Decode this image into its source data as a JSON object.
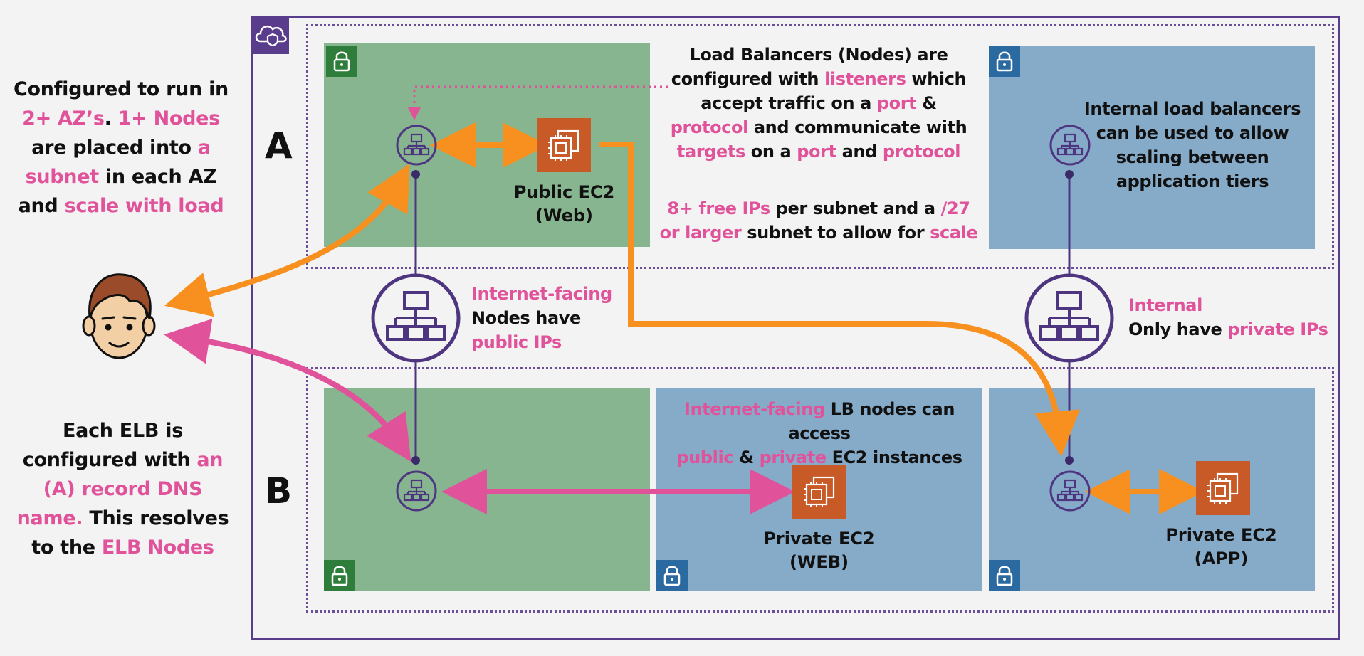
{
  "left_notes": {
    "top": [
      {
        "text": "Configured to run in",
        "pink": false
      },
      {
        "text": "2+ AZ’s",
        "pink": true
      },
      {
        "text": ". ",
        "pink": false
      },
      {
        "text": "1+ Nodes",
        "pink": true
      },
      {
        "text": "are placed into ",
        "pink": false
      },
      {
        "text": "a",
        "pink": true
      },
      {
        "text": "subnet",
        "pink": true
      },
      {
        "text": " in each AZ",
        "pink": false
      },
      {
        "text": "and ",
        "pink": false
      },
      {
        "text": "scale with load",
        "pink": true
      }
    ],
    "bottom": [
      {
        "text": "Each ELB is",
        "pink": false
      },
      {
        "text": "configured with ",
        "pink": false
      },
      {
        "text": "an",
        "pink": true
      },
      {
        "text": "(A) record DNS",
        "pink": true
      },
      {
        "text": "name.",
        "pink": true
      },
      {
        "text": " This resolves",
        "pink": false
      },
      {
        "text": "to the ",
        "pink": false
      },
      {
        "text": "ELB Nodes",
        "pink": true
      }
    ]
  },
  "az_labels": {
    "a": "A",
    "b": "B"
  },
  "public_ec2": {
    "line1": "Public EC2",
    "line2": "(Web)"
  },
  "private_ec2_web": {
    "line1": "Private EC2",
    "line2": "(WEB)"
  },
  "private_ec2_app": {
    "line1": "Private EC2",
    "line2": "(APP)"
  },
  "listeners_note": {
    "l1a": "Load Balancers (Nodes) are",
    "l2a": "configured with ",
    "l2b": "listeners",
    "l2c": " which",
    "l3a": "accept traffic on a ",
    "l3b": "port",
    "l3c": " &",
    "l4a": "protocol",
    "l4b": " and communicate with",
    "l5a": "targets",
    "l5b": " on a ",
    "l5c": "port",
    "l5d": " and ",
    "l5e": "protocol"
  },
  "subnet_note": {
    "l1a": "8+ free IPs",
    "l1b": " per subnet and a ",
    "l1c": "/27",
    "l2a": "or larger",
    "l2b": " subnet to allow for ",
    "l2c": "scale"
  },
  "internal_note": {
    "l1": "Internal load balancers",
    "l2": "can be used to allow",
    "l3": "scaling between",
    "l4": "application tiers"
  },
  "internet_facing": {
    "title": "Internet-facing",
    "l2": "Nodes have",
    "l3": "public IPs"
  },
  "internal": {
    "title": "Internal",
    "l2a": "Only have ",
    "l2b": "private IPs"
  },
  "access_note": {
    "l1a": "Internet-facing",
    "l1b": " LB nodes can access",
    "l2a": "public",
    "l2b": " & ",
    "l2c": "private",
    "l2d": " EC2 instances"
  },
  "colors": {
    "pink": "#e0529a",
    "orange": "#f7901e",
    "purple": "#5a3c8c",
    "public_subnet": "#87b58f",
    "private_subnet": "#86abc9"
  },
  "icons": [
    "cloud-shield-icon",
    "lock-icon",
    "load-balancer-icon",
    "ec2-chip-icon",
    "user-face-icon"
  ]
}
